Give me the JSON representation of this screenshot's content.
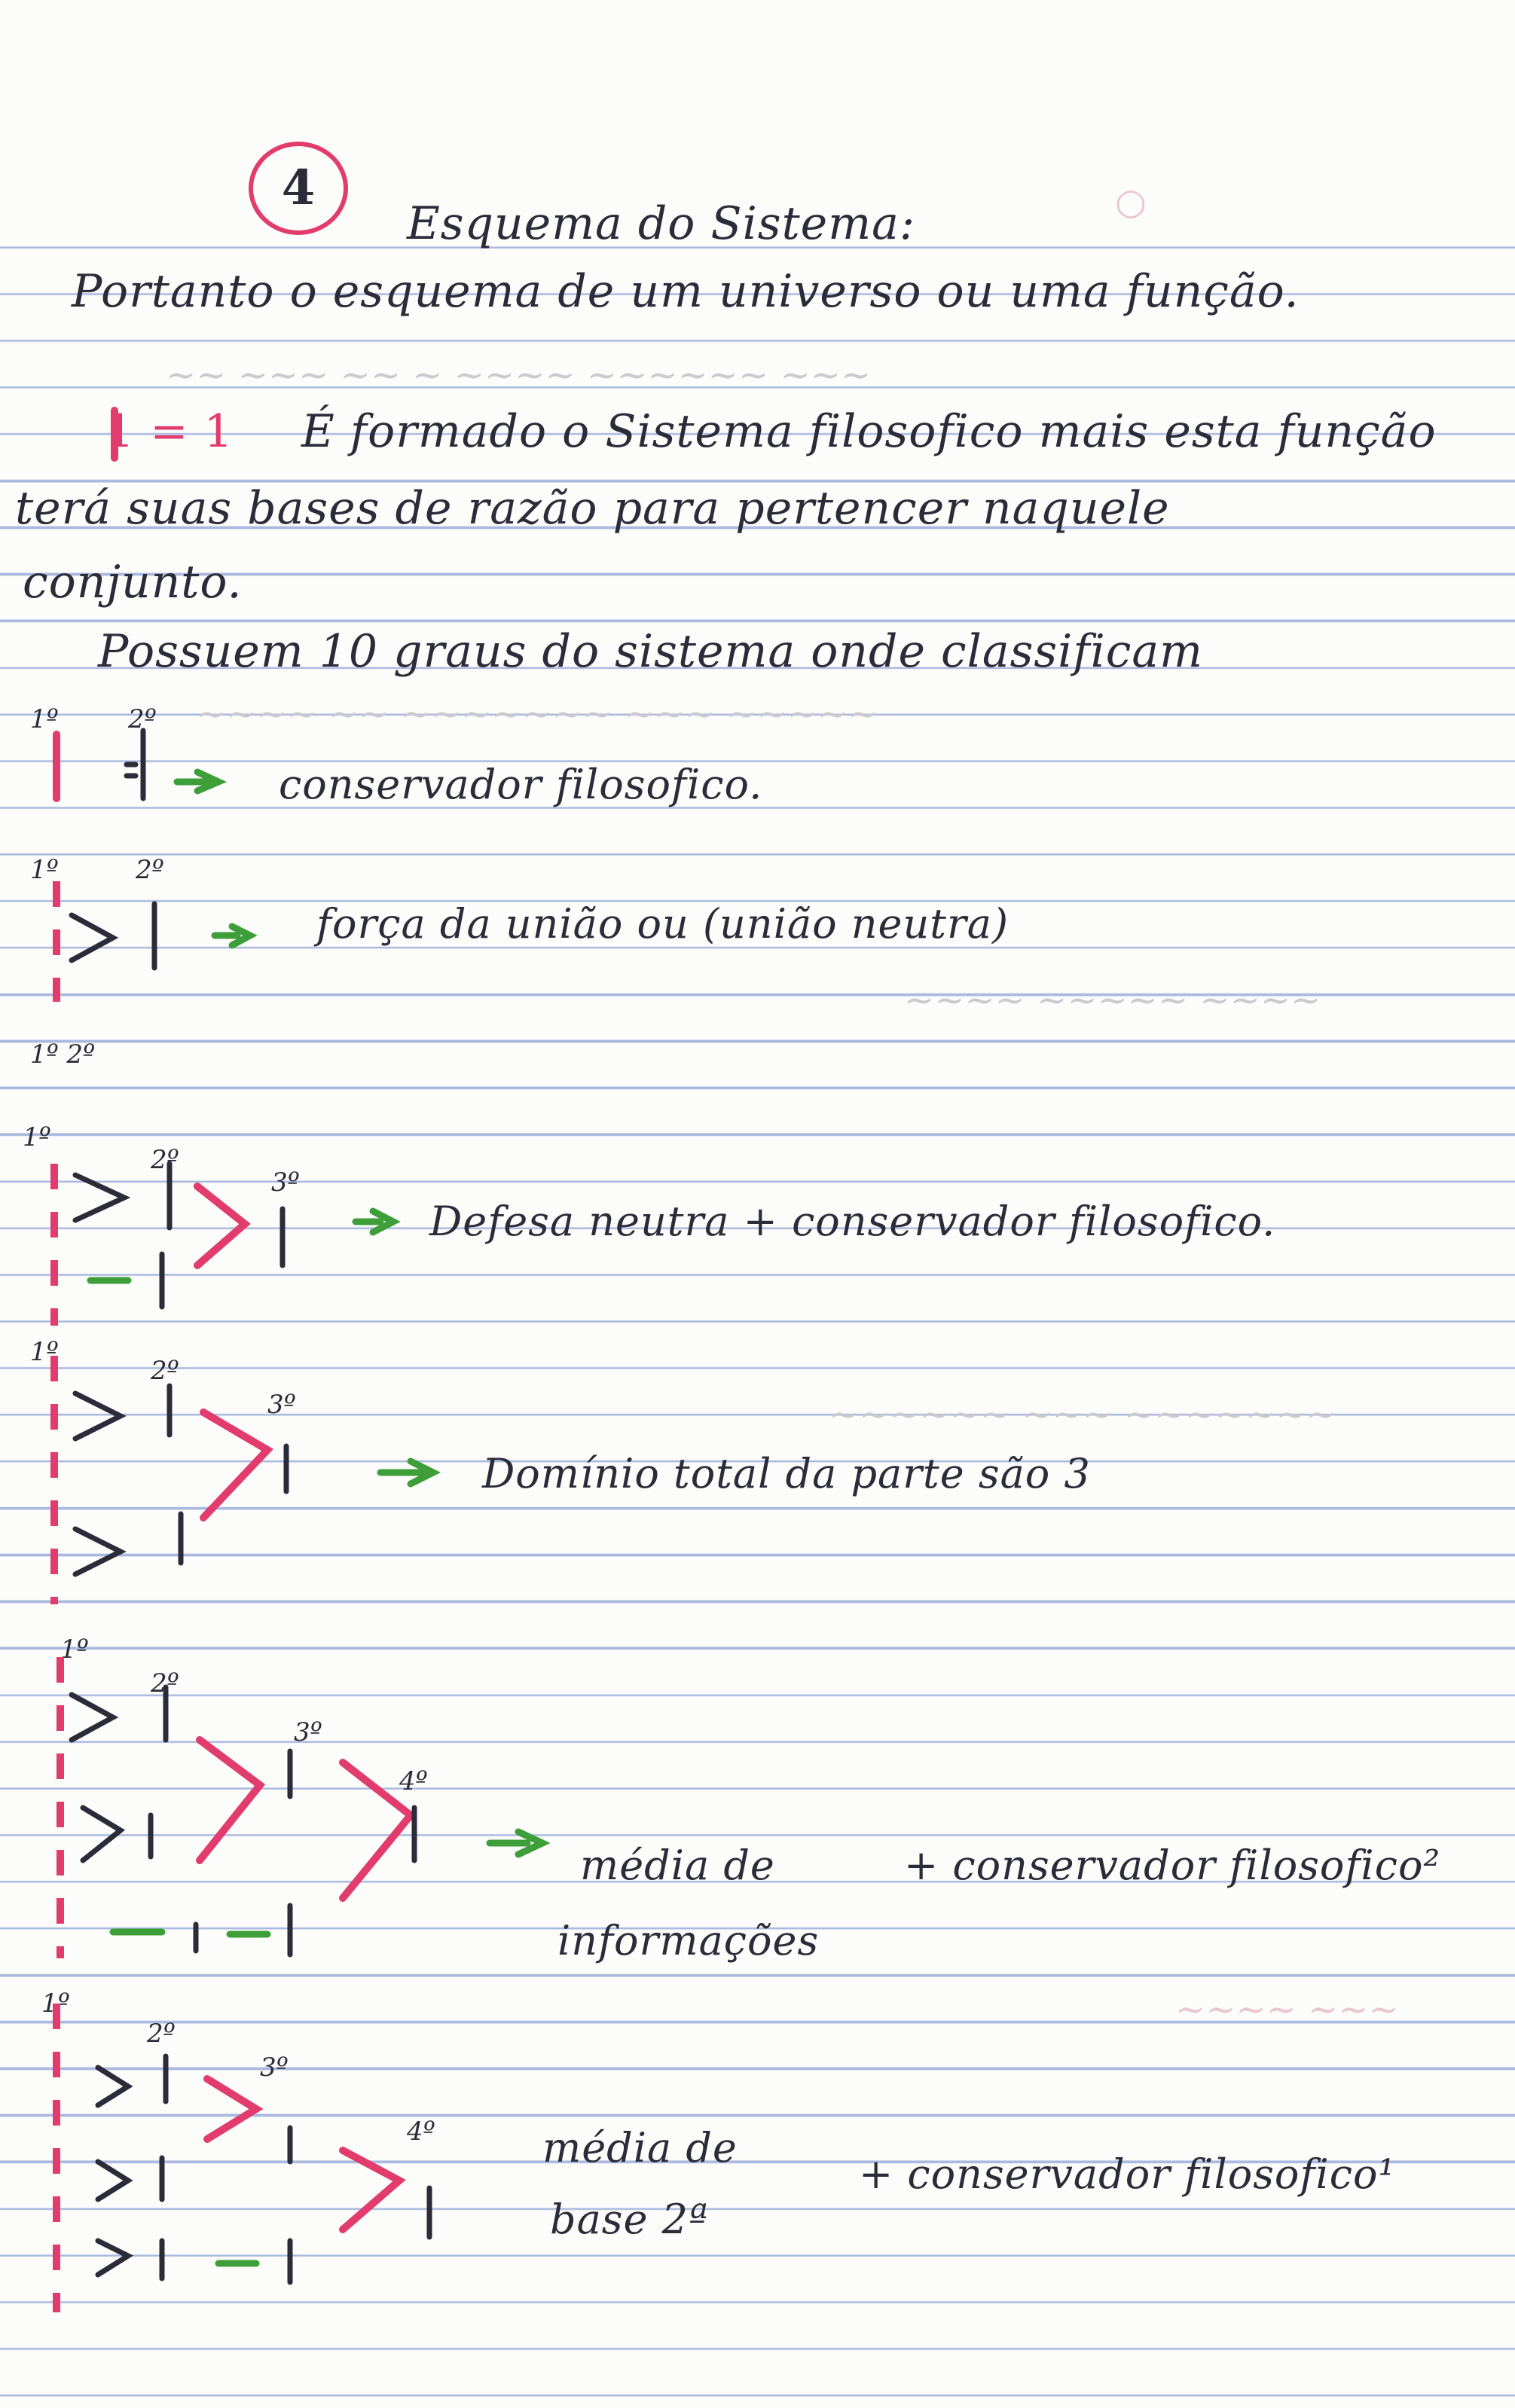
{
  "heading": {
    "number": "4",
    "title": "Esquema do Sistema:"
  },
  "intro": "Portanto o esquema de um universo ou uma função.",
  "paragraph": {
    "equation": "1 = 1",
    "line1": "É formado o Sistema filosofico mais esta função",
    "line2": "terá suas bases de razão para pertencer naquele",
    "line3": "conjunto."
  },
  "grades_intro": "Possuem 10 graus do sistema onde classificam",
  "levels": [
    {
      "sups": [
        "1º",
        "2º"
      ],
      "label": "conservador filosofico."
    },
    {
      "sups": [
        "1º",
        "2º"
      ],
      "label": "força da união ou (união neutra)"
    },
    {
      "sups": [
        "1º",
        "2º",
        "3º"
      ],
      "label": "Defesa neutra + conservador filosofico."
    },
    {
      "sups": [
        "1º",
        "2º",
        "3º"
      ],
      "label": "Domínio total da parte são 3"
    },
    {
      "sups": [
        "1º",
        "2º",
        "3º",
        "4º"
      ],
      "label_a": "média de",
      "label_b": "+ conservador filosofico²",
      "label_c": "informações"
    },
    {
      "sups": [
        "1º",
        "2º",
        "3º",
        "4º"
      ],
      "label_a": "média de",
      "label_b": "+ conservador filosofico¹",
      "label_c": "base 2ª"
    }
  ],
  "stray_sup": "1º 2º",
  "colors": {
    "ink": "#2b2b3a",
    "pink": "#e23b6e",
    "green": "#3e9f3a",
    "rule": "#a9b8de"
  }
}
